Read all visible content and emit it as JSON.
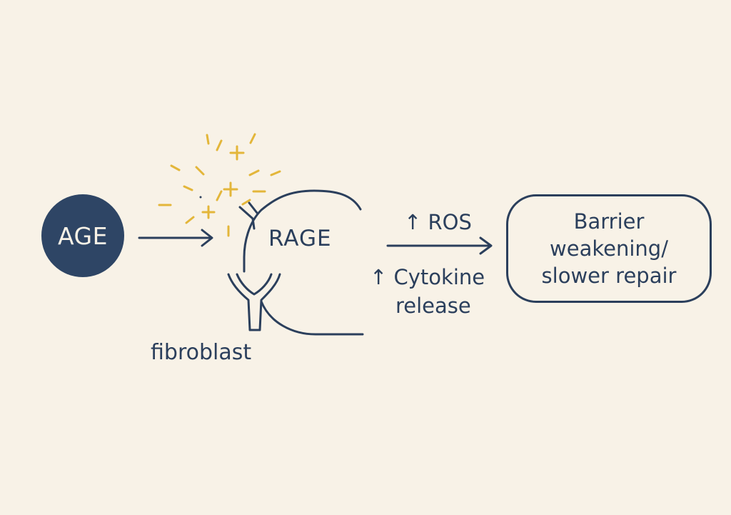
{
  "diagram": {
    "nodes": {
      "age": "AGE",
      "receptor": "RAGE",
      "cell": "fibroblast"
    },
    "effects": {
      "ros": "↑ ROS",
      "cytokine_line1": "↑ Cytokine",
      "cytokine_line2": "release"
    },
    "outcome": {
      "line1": "Barrier",
      "line2": "weakening/",
      "line3": "slower repair"
    }
  },
  "colors": {
    "background": "#f8f2e7",
    "navy": "#2e4565",
    "stroke": "#2b3f5c",
    "sparkle": "#e3b63a"
  },
  "icons": [
    "arrow-right-icon",
    "sparkle-burst-icon",
    "receptor-y-icon",
    "cell-outline-icon"
  ]
}
